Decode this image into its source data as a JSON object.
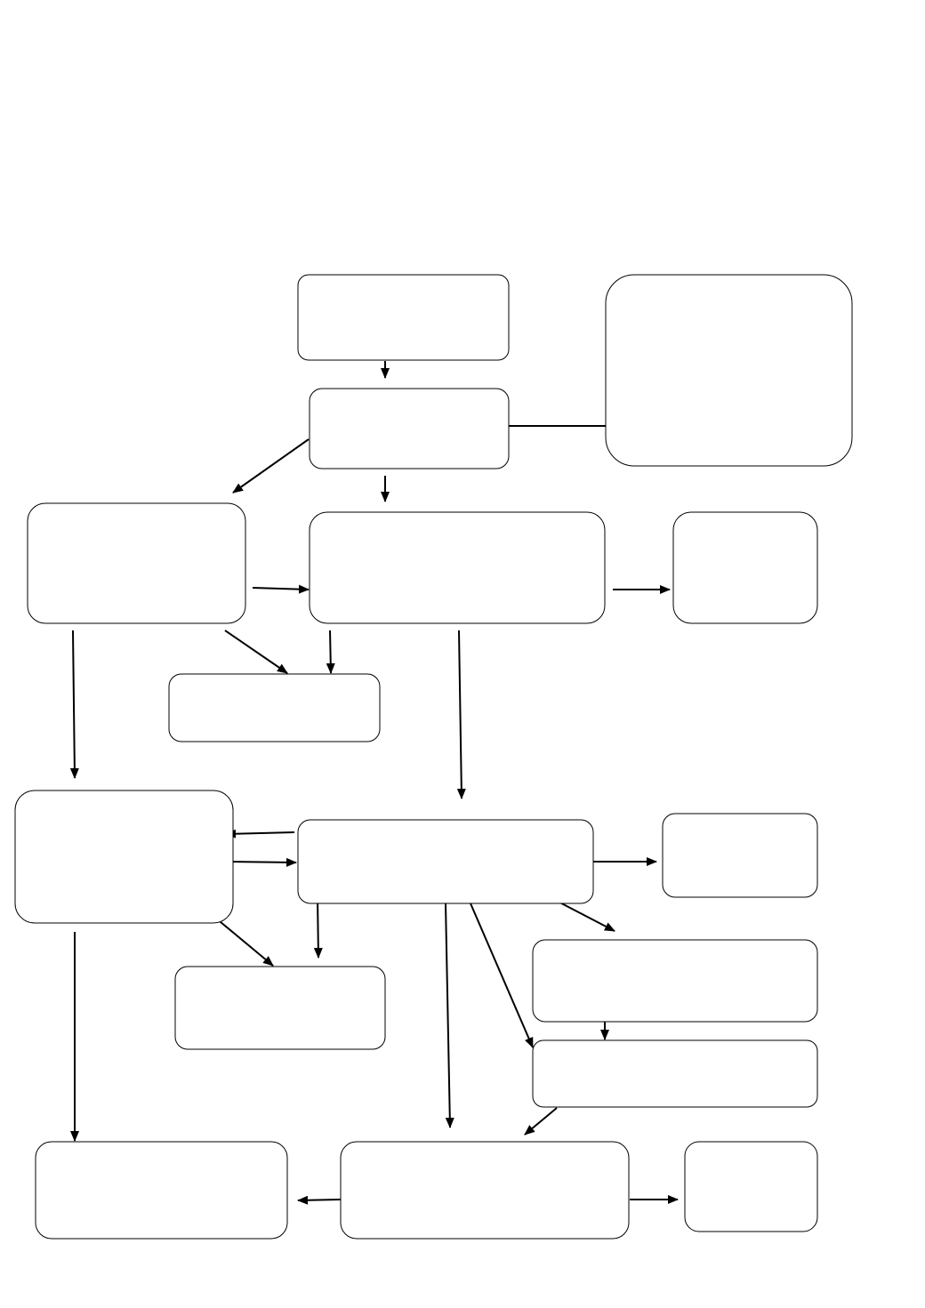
{
  "diagram": {
    "type": "flowchart",
    "stroke_color": "#000000",
    "background": "#ffffff",
    "nodes": [
      {
        "id": "n1",
        "label": ""
      },
      {
        "id": "n2",
        "label": ""
      },
      {
        "id": "n3",
        "label": ""
      },
      {
        "id": "n4",
        "label": ""
      },
      {
        "id": "n5",
        "label": ""
      },
      {
        "id": "n6",
        "label": ""
      },
      {
        "id": "n7",
        "label": ""
      },
      {
        "id": "n8",
        "label": ""
      },
      {
        "id": "n9",
        "label": ""
      },
      {
        "id": "n10",
        "label": ""
      },
      {
        "id": "n11",
        "label": ""
      },
      {
        "id": "n12",
        "label": ""
      },
      {
        "id": "n13",
        "label": ""
      },
      {
        "id": "n14",
        "label": ""
      },
      {
        "id": "n15",
        "label": ""
      },
      {
        "id": "n16",
        "label": ""
      }
    ],
    "edges": [
      {
        "from": "n1",
        "to": "n2"
      },
      {
        "from": "n2",
        "to": "n3"
      },
      {
        "from": "n2",
        "to": "n4"
      },
      {
        "from": "n2",
        "to": "n5"
      },
      {
        "from": "n4",
        "to": "n5"
      },
      {
        "from": "n5",
        "to": "n6"
      },
      {
        "from": "n4",
        "to": "n7"
      },
      {
        "from": "n5",
        "to": "n7"
      },
      {
        "from": "n4",
        "to": "n8"
      },
      {
        "from": "n5",
        "to": "n9"
      },
      {
        "from": "n9",
        "to": "n8"
      },
      {
        "from": "n8",
        "to": "n9"
      },
      {
        "from": "n9",
        "to": "n10"
      },
      {
        "from": "n8",
        "to": "n11"
      },
      {
        "from": "n9",
        "to": "n11"
      },
      {
        "from": "n9",
        "to": "n12"
      },
      {
        "from": "n12",
        "to": "n13"
      },
      {
        "from": "n9",
        "to": "n13"
      },
      {
        "from": "n9",
        "to": "n15"
      },
      {
        "from": "n13",
        "to": "n15"
      },
      {
        "from": "n8",
        "to": "n14"
      },
      {
        "from": "n15",
        "to": "n14"
      },
      {
        "from": "n15",
        "to": "n16"
      }
    ]
  }
}
